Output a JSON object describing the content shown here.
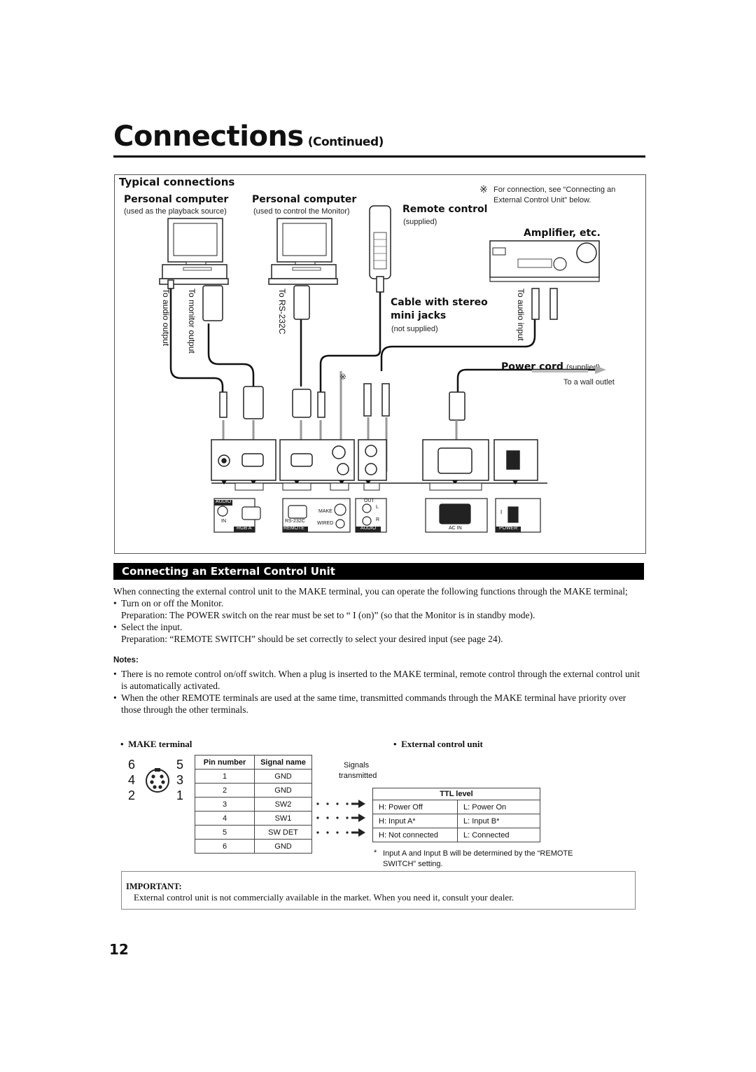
{
  "header": {
    "title": "Connections",
    "continued": "(Continued)"
  },
  "diagram": {
    "heading": "Typical connections",
    "note_mark": "※",
    "note_text": "For connection, see “Connecting an External Control Unit” below.",
    "pc1": {
      "label": "Personal computer",
      "sub": "(used as the playback source)"
    },
    "pc2": {
      "label": "Personal computer",
      "sub": "(used to control the Monitor)"
    },
    "remote": {
      "label": "Remote control",
      "sub": "(supplied)"
    },
    "amplifier": {
      "label": "Amplifier, etc."
    },
    "cable": {
      "label_line1": "Cable with stereo",
      "label_line2": "mini jacks",
      "sub": "(not supplied)"
    },
    "power_cord": {
      "label": "Power cord",
      "sub": "(supplied)",
      "outlet": "To a wall outlet"
    },
    "vertical_labels": {
      "audio_output": "To audio output",
      "monitor_output": "To monitor output",
      "rs232c": "To RS-232C",
      "audio_input": "To audio input"
    },
    "panel_labels": {
      "audio": "AUDIO",
      "in": "IN",
      "rgb_a": "RGB A",
      "make": "MAKE",
      "rs232c": "RS-232C",
      "wired": "WIRED",
      "remote": "REMOTE",
      "out": "OUT",
      "l": "L",
      "r": "R",
      "audio2": "AUDIO",
      "ac_in": "AC IN",
      "power": "POWER",
      "power_mark": "I"
    }
  },
  "section": {
    "title": "Connecting an External Control Unit",
    "intro": "When connecting the external control unit to the MAKE terminal, you can operate the following functions through the MAKE terminal;",
    "items": [
      {
        "text": "Turn on or off the Monitor.",
        "prep": "Preparation: The POWER switch on the rear must be set to “ I (on)” (so that the Monitor is in standby mode)."
      },
      {
        "text": "Select the input.",
        "prep": "Preparation: “REMOTE SWITCH” should be set correctly to select your desired input (see page 24)."
      }
    ],
    "notes_label": "Notes:",
    "notes": [
      "There is no remote control on/off switch. When a plug is inserted to the MAKE terminal, remote control through the external control unit is automatically activated.",
      "When the other REMOTE terminals are used at the same time, transmitted commands through the MAKE terminal have priority over those through the other terminals."
    ]
  },
  "make_terminal": {
    "label": "MAKE terminal",
    "pin_numbers_figure": [
      "6",
      "5",
      "4",
      "3",
      "2",
      "1"
    ],
    "columns": [
      "Pin number",
      "Signal name"
    ],
    "rows": [
      [
        "1",
        "GND"
      ],
      [
        "2",
        "GND"
      ],
      [
        "3",
        "SW2"
      ],
      [
        "4",
        "SW1"
      ],
      [
        "5",
        "SW DET"
      ],
      [
        "6",
        "GND"
      ]
    ]
  },
  "external_unit": {
    "label": "External control unit",
    "signals_label_1": "Signals",
    "signals_label_2": "transmitted",
    "table_header": "TTL level",
    "rows": [
      [
        "H: Power Off",
        "L: Power On"
      ],
      [
        "H: Input A*",
        "L: Input B*"
      ],
      [
        "H: Not connected",
        "L: Connected"
      ]
    ],
    "footnote_mark": "*",
    "footnote": "Input A and Input B will be determined by the “REMOTE SWITCH” setting."
  },
  "important": {
    "label": "IMPORTANT:",
    "text": "External control unit is not commercially available in the market. When you need it, consult your dealer."
  },
  "page_number": "12"
}
